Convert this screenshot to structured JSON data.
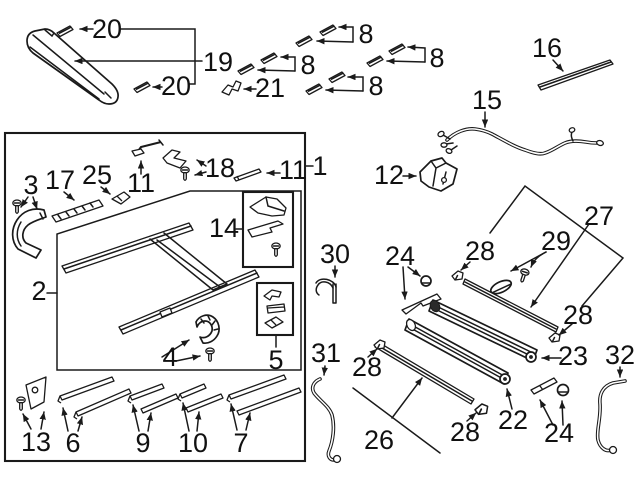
{
  "diagram": {
    "colors": {
      "background": "#ffffff",
      "line": "#1a1a1a",
      "text": "#111111"
    },
    "labels": [
      {
        "id": "20-top",
        "text": "20"
      },
      {
        "id": "19",
        "text": "19"
      },
      {
        "id": "20-bottom",
        "text": "20"
      },
      {
        "id": "8-a",
        "text": "8"
      },
      {
        "id": "8-b",
        "text": "8"
      },
      {
        "id": "8-c",
        "text": "8"
      },
      {
        "id": "8-d",
        "text": "8"
      },
      {
        "id": "21",
        "text": "21"
      },
      {
        "id": "16",
        "text": "16"
      },
      {
        "id": "15",
        "text": "15"
      },
      {
        "id": "12",
        "text": "12"
      },
      {
        "id": "1",
        "text": "1"
      },
      {
        "id": "3",
        "text": "3"
      },
      {
        "id": "17",
        "text": "17"
      },
      {
        "id": "25",
        "text": "25"
      },
      {
        "id": "11-left",
        "text": "11"
      },
      {
        "id": "18",
        "text": "18"
      },
      {
        "id": "11-right",
        "text": "11"
      },
      {
        "id": "14",
        "text": "14"
      },
      {
        "id": "2",
        "text": "2"
      },
      {
        "id": "4",
        "text": "4"
      },
      {
        "id": "5",
        "text": "5"
      },
      {
        "id": "13",
        "text": "13"
      },
      {
        "id": "6",
        "text": "6"
      },
      {
        "id": "9",
        "text": "9"
      },
      {
        "id": "10",
        "text": "10"
      },
      {
        "id": "7",
        "text": "7"
      },
      {
        "id": "30",
        "text": "30"
      },
      {
        "id": "31",
        "text": "31"
      },
      {
        "id": "24-top",
        "text": "24"
      },
      {
        "id": "28-top",
        "text": "28"
      },
      {
        "id": "29",
        "text": "29"
      },
      {
        "id": "27",
        "text": "27"
      },
      {
        "id": "28-right",
        "text": "28"
      },
      {
        "id": "23",
        "text": "23"
      },
      {
        "id": "32",
        "text": "32"
      },
      {
        "id": "28-left",
        "text": "28"
      },
      {
        "id": "26",
        "text": "26"
      },
      {
        "id": "28-bottom",
        "text": "28"
      },
      {
        "id": "22",
        "text": "22"
      },
      {
        "id": "24-bottom",
        "text": "24"
      }
    ]
  }
}
